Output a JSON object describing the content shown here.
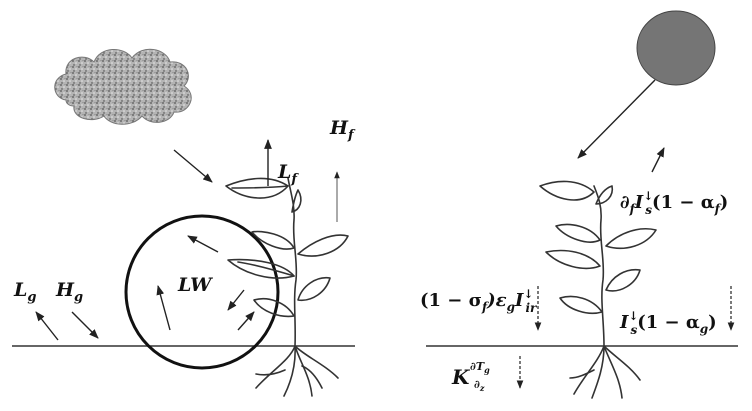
{
  "left_panel": {
    "labels": {
      "Lg": {
        "base": "L",
        "sub": "g"
      },
      "Hg": {
        "base": "H",
        "sub": "g"
      },
      "LW": "LW",
      "Lf": {
        "base": "L",
        "sub": "f"
      },
      "Hf": {
        "base": "H",
        "sub": "f"
      }
    }
  },
  "right_panel": {
    "labels": {
      "foliage_solar": {
        "pre": "∂",
        "pre_sub": "f",
        "base": "I",
        "sup": "↓",
        "sub": "s",
        "rest": "(1 − α",
        "rest_sub": "f",
        "close": ")"
      },
      "longwave": {
        "pre": "(1 − σ",
        "pre_sub": "f",
        "mid": ")ε",
        "mid_sub": "g",
        "base": "I",
        "sup": "↓",
        "sub": "ir"
      },
      "ground_solar": {
        "base": "I",
        "sup": "↓",
        "sub": "s",
        "rest": "(1 − α",
        "rest_sub": "g",
        "close": ")"
      },
      "ground_heat": {
        "base": "K",
        "num": "∂T",
        "num_sub": "g",
        "den": "∂",
        "den_sub": "z"
      }
    }
  },
  "colors": {
    "sun": "#757575",
    "cloud": "#9a9a9a",
    "ink": "#111111"
  }
}
